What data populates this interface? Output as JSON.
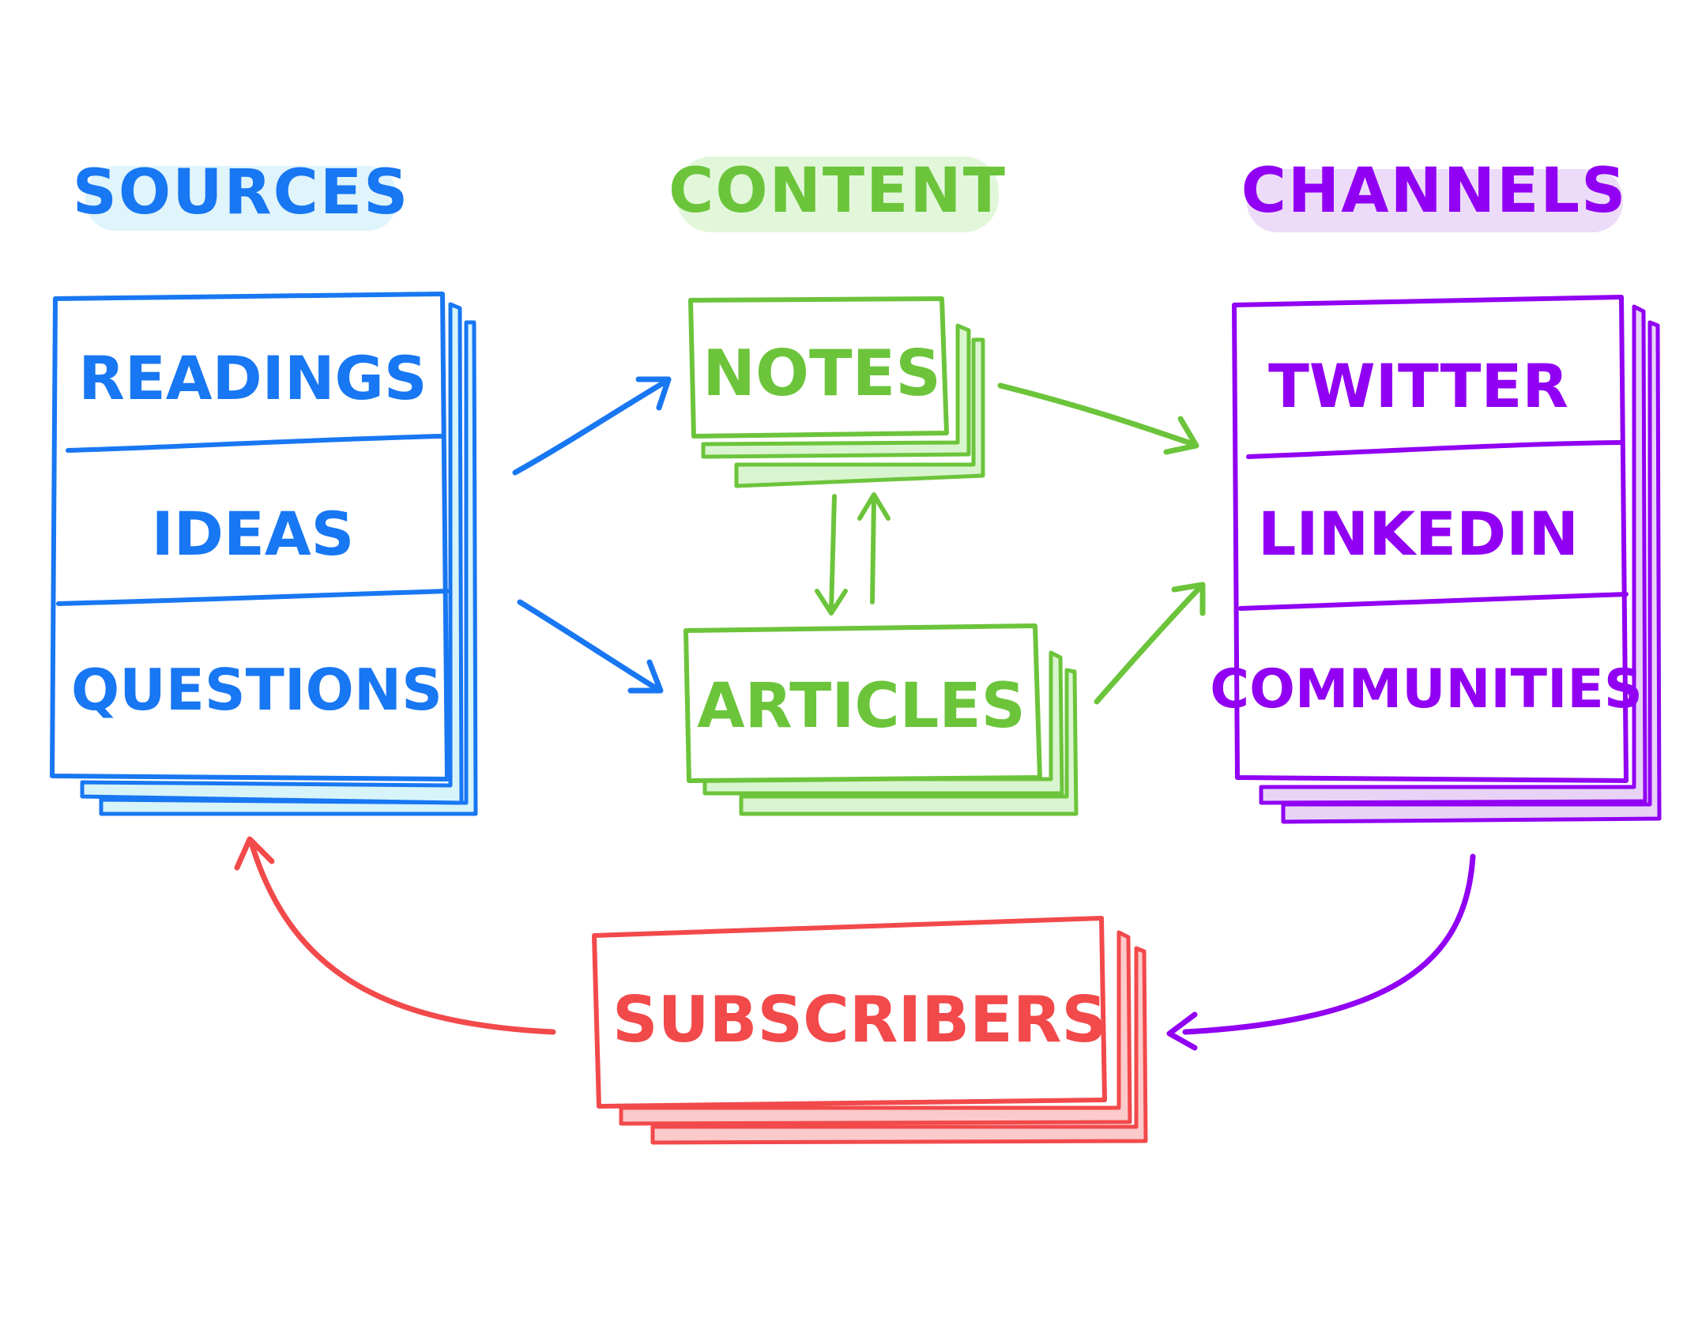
{
  "colors": {
    "blue": "#1877f2",
    "blue_fill": "#d7f4fb",
    "blue_highlight": "#dff4fb",
    "green": "#6cc43b",
    "green_fill": "#d9f5cf",
    "green_highlight": "#e2f7da",
    "purple": "#9100f2",
    "purple_fill": "#e8d3f7",
    "purple_highlight": "#ecdcf9",
    "red": "#f2494b",
    "red_fill": "#fccaca",
    "background": "#ffffff"
  },
  "headings": {
    "sources": "SOURCES",
    "content": "CONTENT",
    "channels": "CHANNELS"
  },
  "sources": {
    "items": [
      "READINGS",
      "IDEAS",
      "QUESTIONS"
    ]
  },
  "content": {
    "notes": "NOTES",
    "articles": "ARTICLES"
  },
  "channels": {
    "items": [
      "TWITTER",
      "LINKEDIN",
      "COMMUNITIES"
    ]
  },
  "subscribers": {
    "label": "SUBSCRIBERS"
  },
  "icons": {
    "arrow": "arrow-icon"
  }
}
